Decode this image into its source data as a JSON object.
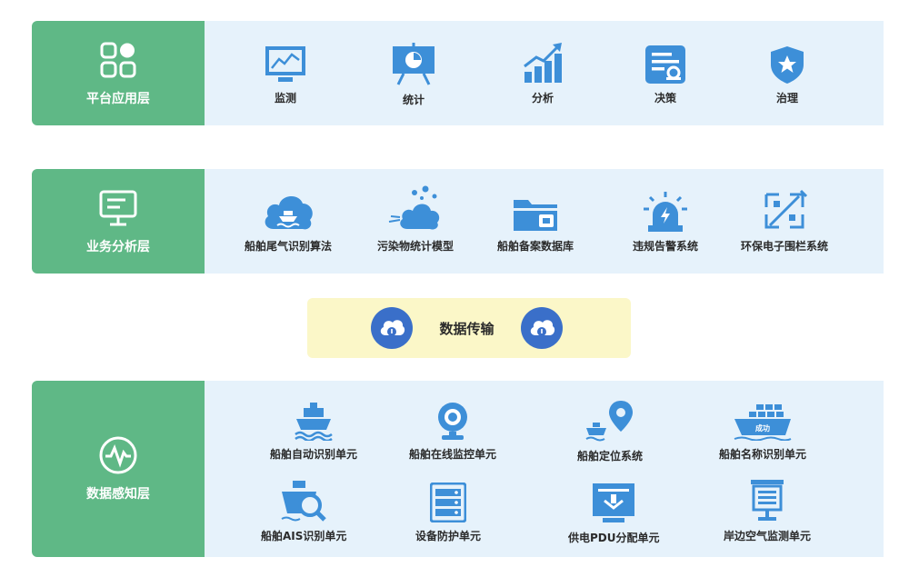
{
  "layers": {
    "application": {
      "title": "平台应用层",
      "items": [
        {
          "label": "监测",
          "icon": "monitor-chart-icon"
        },
        {
          "label": "统计",
          "icon": "presentation-board-icon"
        },
        {
          "label": "分析",
          "icon": "growth-bars-icon"
        },
        {
          "label": "决策",
          "icon": "decision-card-icon"
        },
        {
          "label": "治理",
          "icon": "shield-star-icon"
        }
      ]
    },
    "business": {
      "title": "业务分析层",
      "items": [
        {
          "label": "船舶尾气识别算法",
          "icon": "cloud-ship-icon"
        },
        {
          "label": "污染物统计模型",
          "icon": "pollution-cloud-icon"
        },
        {
          "label": "船舶备案数据库",
          "icon": "folder-database-icon"
        },
        {
          "label": "违规告警系统",
          "icon": "alarm-siren-icon"
        },
        {
          "label": "环保电子围栏系统",
          "icon": "fence-icon"
        }
      ]
    },
    "perception": {
      "title": "数据感知层",
      "items": [
        {
          "label": "船舶自动识别单元",
          "icon": "ship-waves-icon"
        },
        {
          "label": "船舶在线监控单元",
          "icon": "webcam-icon"
        },
        {
          "label": "船舶定位系统",
          "icon": "ship-location-icon"
        },
        {
          "label": "船舶名称识别单元",
          "icon": "cargo-ship-icon",
          "badge": "成功"
        },
        {
          "label": "船舶AIS识别单元",
          "icon": "ship-search-icon"
        },
        {
          "label": "设备防护单元",
          "icon": "server-cabinet-icon"
        },
        {
          "label": "供电PDU分配单元",
          "icon": "power-pdu-icon"
        },
        {
          "label": "岸边空气监测单元",
          "icon": "air-monitor-icon"
        }
      ]
    }
  },
  "transmission": {
    "title": "数据传输",
    "icon": "cloud-upload-icon"
  },
  "colors": {
    "label_green": "#5fb886",
    "panel_blue": "#e6f2fb",
    "icon_blue": "#3d8fd8",
    "transmission_yellow": "#fbf7c8",
    "transmission_circle": "#3a6fc9"
  }
}
